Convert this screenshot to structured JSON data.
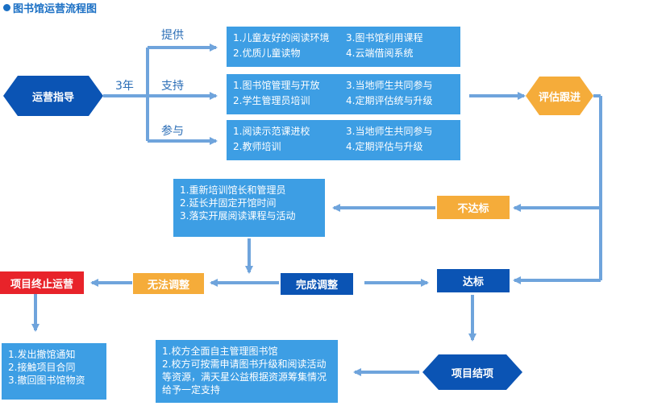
{
  "title": "图书馆运营流程图",
  "colors": {
    "dark_blue": "#0b54b4",
    "light_blue": "#3d9ee4",
    "arrow_blue": "#6fa4dc",
    "orange": "#f5ac3a",
    "red": "#e8232a"
  },
  "nodes": {
    "start": "运营指导",
    "evaluate": "评估跟进",
    "not_met": "不达标",
    "met": "达标",
    "complete_adjust": "完成调整",
    "cannot_adjust": "无法调整",
    "terminate": "项目终止运营",
    "conclude": "项目结项"
  },
  "edge_labels": {
    "duration": "3年",
    "provide": "提供",
    "support": "支持",
    "participate": "参与"
  },
  "boxes": {
    "provide": [
      "1.儿童友好的阅读环境",
      "3.图书馆利用课程",
      "2.优质儿童读物",
      "4.云端借阅系统"
    ],
    "support": [
      "1.图书馆管理与开放",
      "3.当地师生共同参与",
      "2.学生管理员培训",
      "4.定期评估统与升级"
    ],
    "participate": [
      "1.阅读示范课进校",
      "3.当地师生共同参与",
      "2.教师培训",
      "4.定期评估与升级"
    ],
    "remedy": [
      "1.重新培训馆长和管理员",
      "2.延长并固定开馆时间",
      "3.落实开展阅读课程与活动"
    ],
    "terminate_steps": [
      "1.发出撤馆通知",
      "2.接触项目合同",
      "3.撤回图书馆物资"
    ],
    "conclude_steps": [
      "1.校方全面自主管理图书馆",
      "2.校方可按需申请图书升级和阅读活动等资源，满天星公益根据资源筹集情况给予一定支持"
    ]
  }
}
